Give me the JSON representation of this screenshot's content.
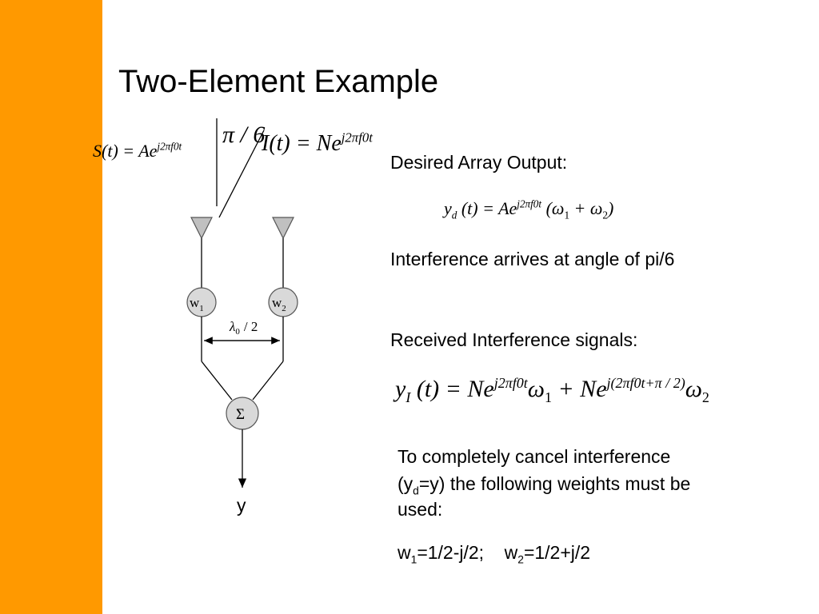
{
  "theme": {
    "sidebar_color": "#FF9900",
    "node_fill": "#D9D9D9"
  },
  "title": "Two-Element Example",
  "diagram": {
    "angle_label": "π / 6",
    "signal_eq": {
      "lhs": "S(t) = Ae",
      "exp": "j2πf0t"
    },
    "interf_eq": {
      "lhs": "I(t) = Ne",
      "exp": "j2πf0t"
    },
    "weight1": {
      "base": "w",
      "sub": "1"
    },
    "weight2": {
      "base": "w",
      "sub": "2"
    },
    "spacing": {
      "lambda": "λ",
      "sub": "0",
      "rest": "/ 2"
    },
    "sum_symbol": "Σ",
    "output": "y"
  },
  "desired": {
    "heading": "Desired Array Output:",
    "y": "y",
    "y_sub": "d",
    "lhs": "(t) = Ae",
    "exp": "j2πf0t",
    "tail_open": "(ω",
    "w1": "1",
    "plus": " + ω",
    "w2": "2",
    "close": ")"
  },
  "interference_note": "Interference arrives at angle of pi/6",
  "received": {
    "heading": "Received Interference signals:",
    "y": "y",
    "y_sub": "I",
    "lhs": "(t) = Ne",
    "exp1": "j2πf0t",
    "w": "ω",
    "w1": "1",
    "mid": " + Ne",
    "exp2": "j(2πf0t+π / 2)",
    "w2": "2"
  },
  "cancel": {
    "line1": "To completely cancel interference",
    "line2a": "(y",
    "line2sub": "d",
    "line2b": "=y)  the following weights must be",
    "line3": "used:",
    "w1": "w",
    "w1_sub": "1",
    "w1_val": "=1/2-j/2;",
    "w2": "w",
    "w2_sub": "2",
    "w2_val": "=1/2+j/2"
  }
}
